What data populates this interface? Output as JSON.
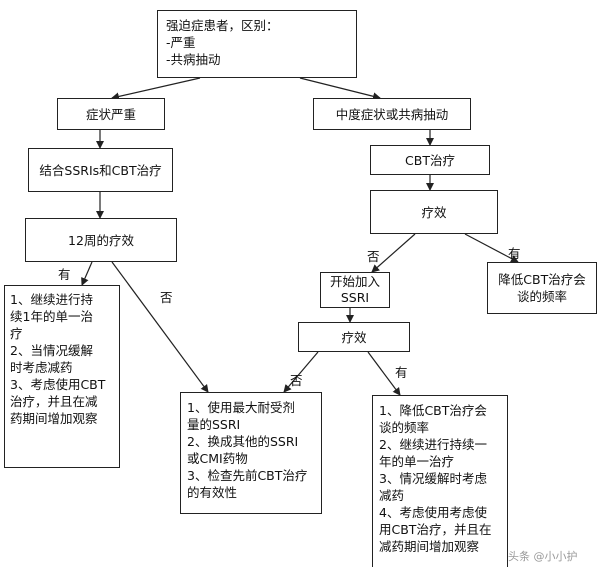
{
  "root": {
    "lines": [
      "强迫症患者，区别：",
      "-严重",
      "-共病抽动"
    ]
  },
  "severe": {
    "text": "症状严重"
  },
  "moderate": {
    "text": "中度症状或共病抽动"
  },
  "combine": {
    "text": "结合SSRIs和CBT治疗"
  },
  "cbt": {
    "text": "CBT治疗"
  },
  "week12": {
    "text": "12周的疗效"
  },
  "effect1": {
    "text": "疗效"
  },
  "start_ssri": {
    "lines": [
      "开始加入",
      "SSRI"
    ]
  },
  "reduce_cbt": {
    "lines": [
      "降低CBT治疗会",
      "谈的频率"
    ]
  },
  "effect2": {
    "text": "疗效"
  },
  "yes_outcome": {
    "lines": [
      "1、继续进行持",
      "续1年的单一治",
      "疗",
      "2、当情况缓解",
      "时考虑减药",
      "3、考虑使用CBT",
      "治疗，并且在减",
      "药期间增加观察"
    ]
  },
  "no_outcome": {
    "lines": [
      "1、使用最大耐受剂",
      "量的SSRI",
      "2、换成其他的SSRI",
      "或CMI药物",
      "3、检查先前CBT治疗",
      "的有效性"
    ]
  },
  "final_yes": {
    "lines": [
      "1、降低CBT治疗会",
      "谈的频率",
      "2、继续进行持续一",
      "年的单一治疗",
      "3、情况缓解时考虑",
      "减药",
      "4、考虑使用考虑使",
      "用CBT治疗，并且在",
      "减药期间增加观察"
    ]
  },
  "labels": {
    "yes": "有",
    "no": "否"
  },
  "watermark": "头条 @小小护"
}
